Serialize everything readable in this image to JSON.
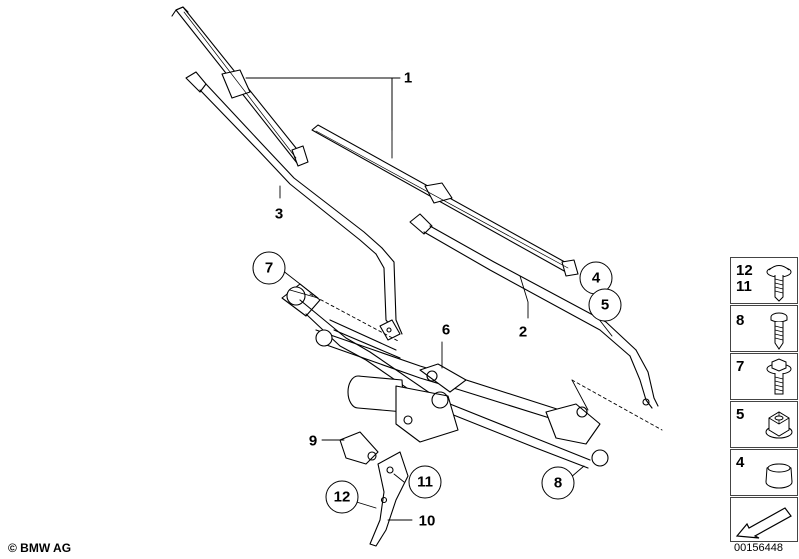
{
  "labels": {
    "l1": "1",
    "l2": "2",
    "l3": "3",
    "l6": "6",
    "l9": "9",
    "l10": "10"
  },
  "callouts": {
    "c7": "7",
    "c4": "4",
    "c5": "5",
    "c11": "11",
    "c12": "12",
    "c8": "8"
  },
  "parts_panel": [
    {
      "numbers": "12\n11",
      "icon": "screw-washer-icon"
    },
    {
      "numbers": "8",
      "icon": "tapping-screw-icon"
    },
    {
      "numbers": "7",
      "icon": "hex-bolt-washer-icon"
    },
    {
      "numbers": "5",
      "icon": "hex-nut-icon"
    },
    {
      "numbers": "4",
      "icon": "cap-icon"
    }
  ],
  "footer": {
    "copyright": "© BMW AG",
    "doc_number": "00156448"
  }
}
